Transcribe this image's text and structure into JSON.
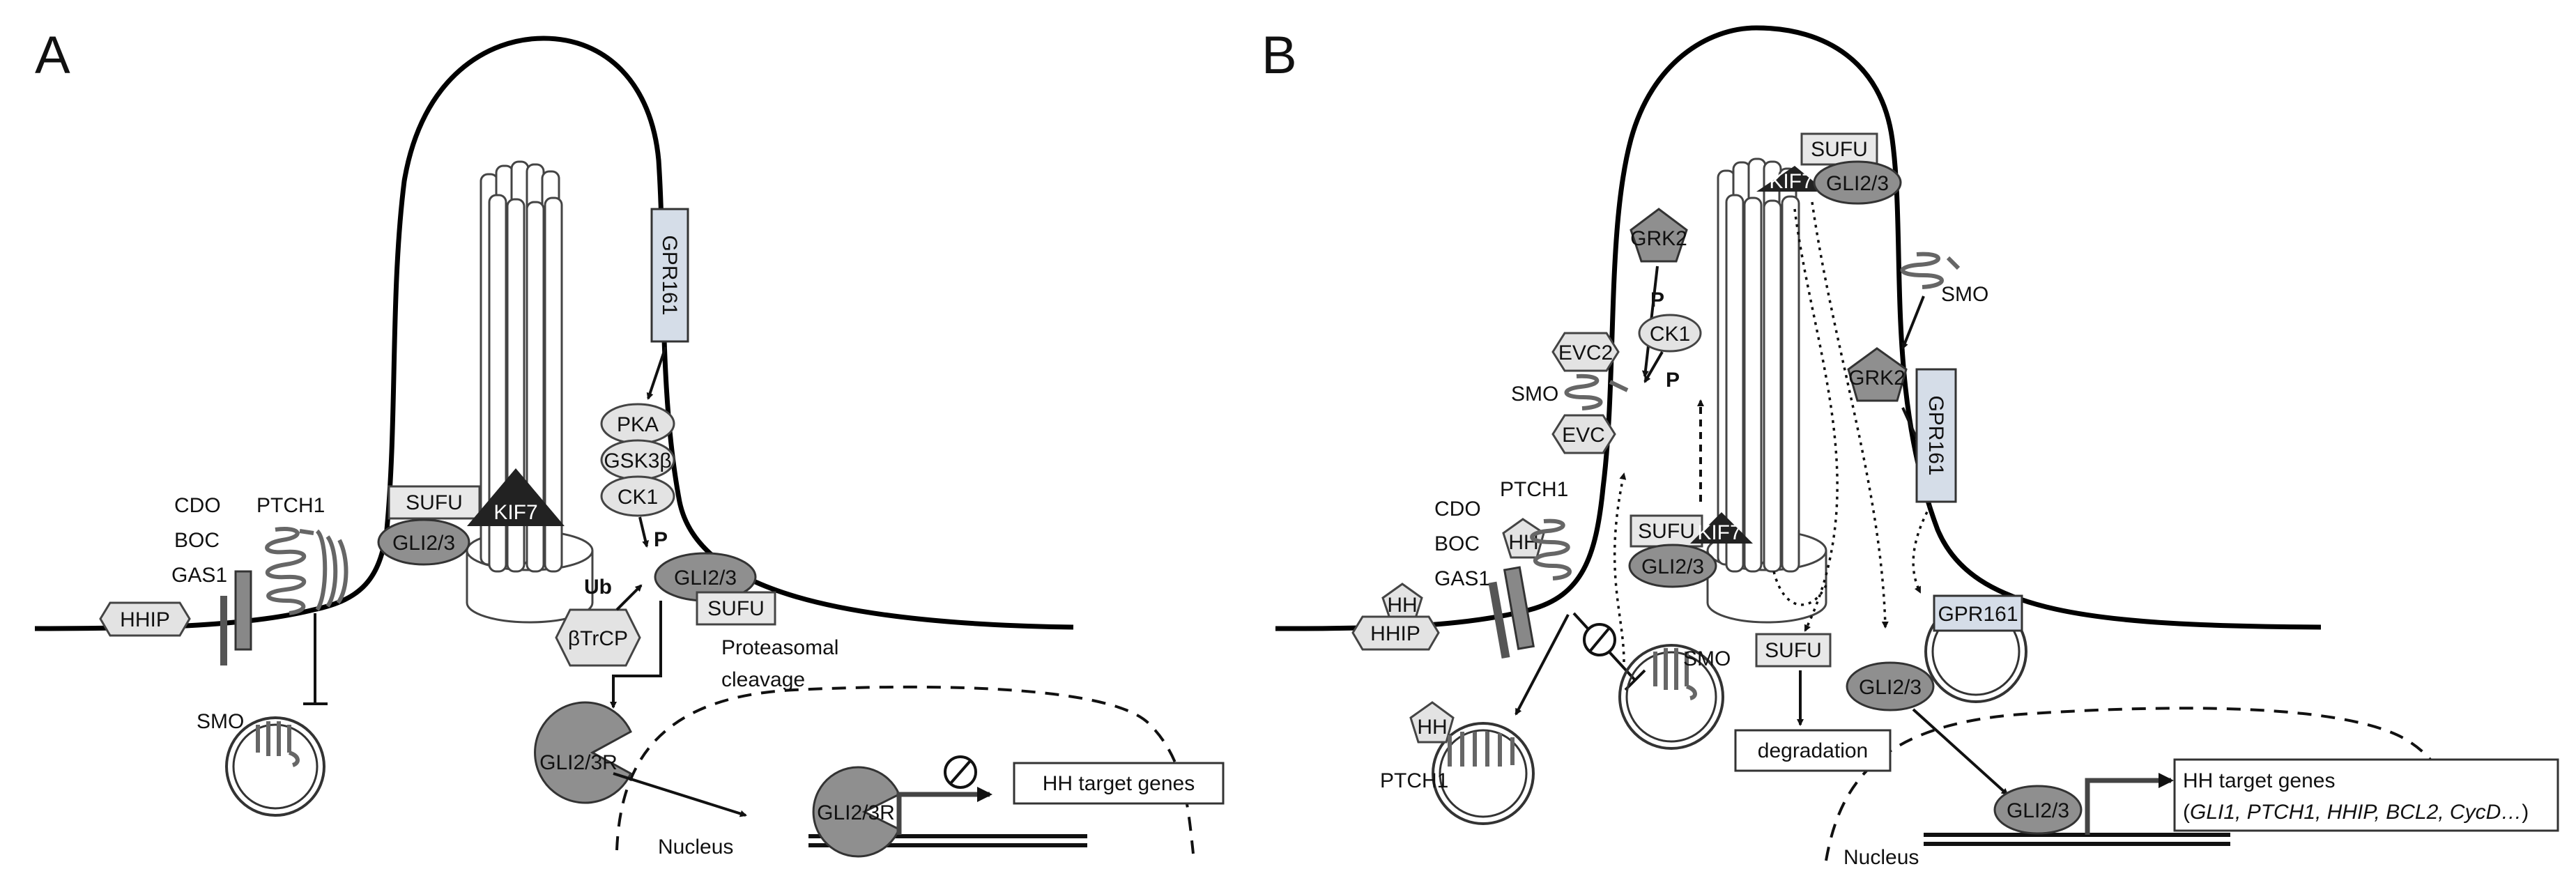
{
  "panel_a": {
    "letter": "A",
    "proteins": {
      "cdo": "CDO",
      "boc": "BOC",
      "gas1": "GAS1",
      "hhip": "HHIP",
      "ptch1": "PTCH1",
      "smo": "SMO",
      "sufu": "SUFU",
      "gli": "GLI2/3",
      "kif7": "KIF7",
      "gpr161": "GPR161",
      "pka": "PKA",
      "gsk3b": "GSK3β",
      "ck1": "CK1",
      "btrcp": "βTrCP",
      "gli_r": "GLI2/3R"
    },
    "marks": {
      "ub": "Ub",
      "p": "P"
    },
    "proteasomal": [
      "Proteasomal",
      "cleavage"
    ],
    "nucleus": "Nucleus",
    "target": "HH target genes"
  },
  "panel_b": {
    "letter": "B",
    "proteins": {
      "cdo": "CDO",
      "boc": "BOC",
      "gas1": "GAS1",
      "hhip": "HHIP",
      "hh": "HH",
      "ptch1": "PTCH1",
      "smo": "SMO",
      "sufu": "SUFU",
      "gli": "GLI2/3",
      "kif7": "KIF7",
      "grk2": "GRK2",
      "ck1": "CK1",
      "evc": "EVC",
      "evc2": "EVC2",
      "gpr161": "GPR161"
    },
    "marks": {
      "p": "P"
    },
    "degradation": "degradation",
    "nucleus": "Nucleus",
    "target": {
      "title": "HH target genes",
      "open": "(",
      "genes": "GLI1, PTCH1, HHIP, BCL2, CycD…",
      "close": ")"
    }
  }
}
